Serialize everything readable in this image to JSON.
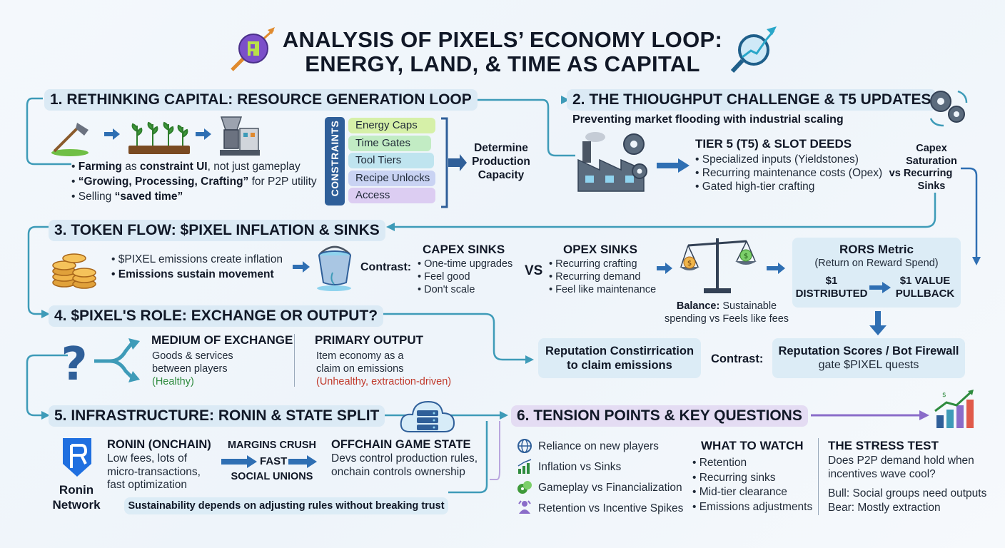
{
  "title": {
    "line1": "ANALYSIS OF PIXELS’ ECONOMY LOOP:",
    "line2": "ENERGY, LAND, & TIME AS CAPITAL"
  },
  "s1": {
    "title": "1. RETHINKING CAPITAL: RESOURCE GENERATION LOOP",
    "bullets": [
      {
        "b": "Farming",
        "t1": " as ",
        "b2": "constraint UI",
        "t2": ", not just gameplay"
      },
      {
        "b": "“Growing, Processing, Crafting”",
        "t1": " for P2P utility",
        "b2": "",
        "t2": ""
      },
      {
        "b": "",
        "t1": "Selling ",
        "b2": "“saved time”",
        "t2": ""
      }
    ],
    "constraints_label": "CONSTRAINTS",
    "constraints": [
      {
        "label": "Energy Caps",
        "color": "#d6f0a8"
      },
      {
        "label": "Time Gates",
        "color": "#c2ecc4"
      },
      {
        "label": "Tool Tiers",
        "color": "#bfe4ef"
      },
      {
        "label": "Recipe Unlocks",
        "color": "#c9d3f3"
      },
      {
        "label": "Access",
        "color": "#dccdf2"
      }
    ],
    "result": "Determine Production Capacity"
  },
  "s2": {
    "title": "2. THE THIOUGHPUT CHALLENGE & T5 UPDATES",
    "subtitle": "Preventing market flooding with industrial scaling",
    "tier_title": "TIER 5 (T5) & SLOT DEEDS",
    "bullets": [
      "Specialized inputs (Yieldstones)",
      "Recurring maintenance costs (Opex)",
      "Gated high-tier crafting"
    ],
    "side_line1": "Capex",
    "side_line2": "Saturation",
    "side_line3": "vs",
    "side_line4": "Recurring",
    "side_line5": "Sinks"
  },
  "s3": {
    "title": "3. TOKEN FLOW: $PIXEL INFLATION & SINKS",
    "bullet1": "$PIXEL emissions create inflation",
    "bullet2": "Emissions sustain movement",
    "contrast": "Contrast:",
    "capex_title": "CAPEX SINKS",
    "capex": [
      "One-time upgrades",
      "Feel good",
      "Don't scale"
    ],
    "vs": "VS",
    "opex_title": "OPEX SINKS",
    "opex": [
      "Recurring crafting",
      "Recurring demand",
      "Feel like maintenance"
    ],
    "balance_bold": "Balance:",
    "balance_text1": " Sustainable",
    "balance_text2": "spending vs Feels like fees",
    "rors_title": "RORS Metric",
    "rors_sub": "(Return on Reward Spend)",
    "rors_left1": "$1",
    "rors_left2": "DISTRIBUTED",
    "rors_right1": "$1 VALUE",
    "rors_right2": "PULLBACK"
  },
  "s4": {
    "title": "4. $PIXEL'S ROLE: EXCHANGE OR OUTPUT?",
    "medium_title": "MEDIUM OF EXCHANGE",
    "medium_line1": "Goods & services",
    "medium_line2": "between players",
    "medium_note": "(Healthy)",
    "primary_title": "PRIMARY OUTPUT",
    "primary_line1": "Item economy as a",
    "primary_line2": "claim on emissions",
    "primary_note": "(Unhealthy, extraction-driven)",
    "rep_line1": "Reputation Constirrication",
    "rep_line2": "to claim emissions",
    "contrast": "Contrast:",
    "bot_line1": "Reputation Scores / Bot Firewall",
    "bot_line2": "gate $PIXEL quests"
  },
  "s5": {
    "title": "5. INFRASTRUCTURE: RONIN & STATE SPLIT",
    "logo_line1": "Ronin",
    "logo_line2": "Network",
    "ronin_title": "RONIN (ONCHAIN)",
    "ronin_line1": "Low fees, lots of",
    "ronin_line2": "micro-transactions,",
    "ronin_line3": "fast optimization",
    "mid1": "MARGINS CRUSH",
    "mid2": "FAST",
    "mid3": "SOCIAL UNIONS",
    "off_title": "OFFCHAIN GAME STATE",
    "off_line1": "Devs control production rules,",
    "off_line2": "onchain controls ownership",
    "footer": "Sustainability depends on adjusting rules without breaking trust"
  },
  "s6": {
    "title": "6. TENSION POINTS & KEY QUESTIONS",
    "items": [
      "Reliance on new players",
      "Inflation vs Sinks",
      "Gameplay vs Financialization",
      "Retention vs Incentive Spikes"
    ],
    "watch_title": "WHAT TO WATCH",
    "watch": [
      "Retention",
      "Recurring sinks",
      "Mid-tier clearance",
      "Emissions adjustments"
    ],
    "stress_title": "THE STRESS TEST",
    "stress_line1": "Does P2P demand hold when",
    "stress_line2": "incentives wave cool?",
    "bull": "Bull: Social groups need outputs",
    "bear": "Bear: Mostly extraction"
  }
}
